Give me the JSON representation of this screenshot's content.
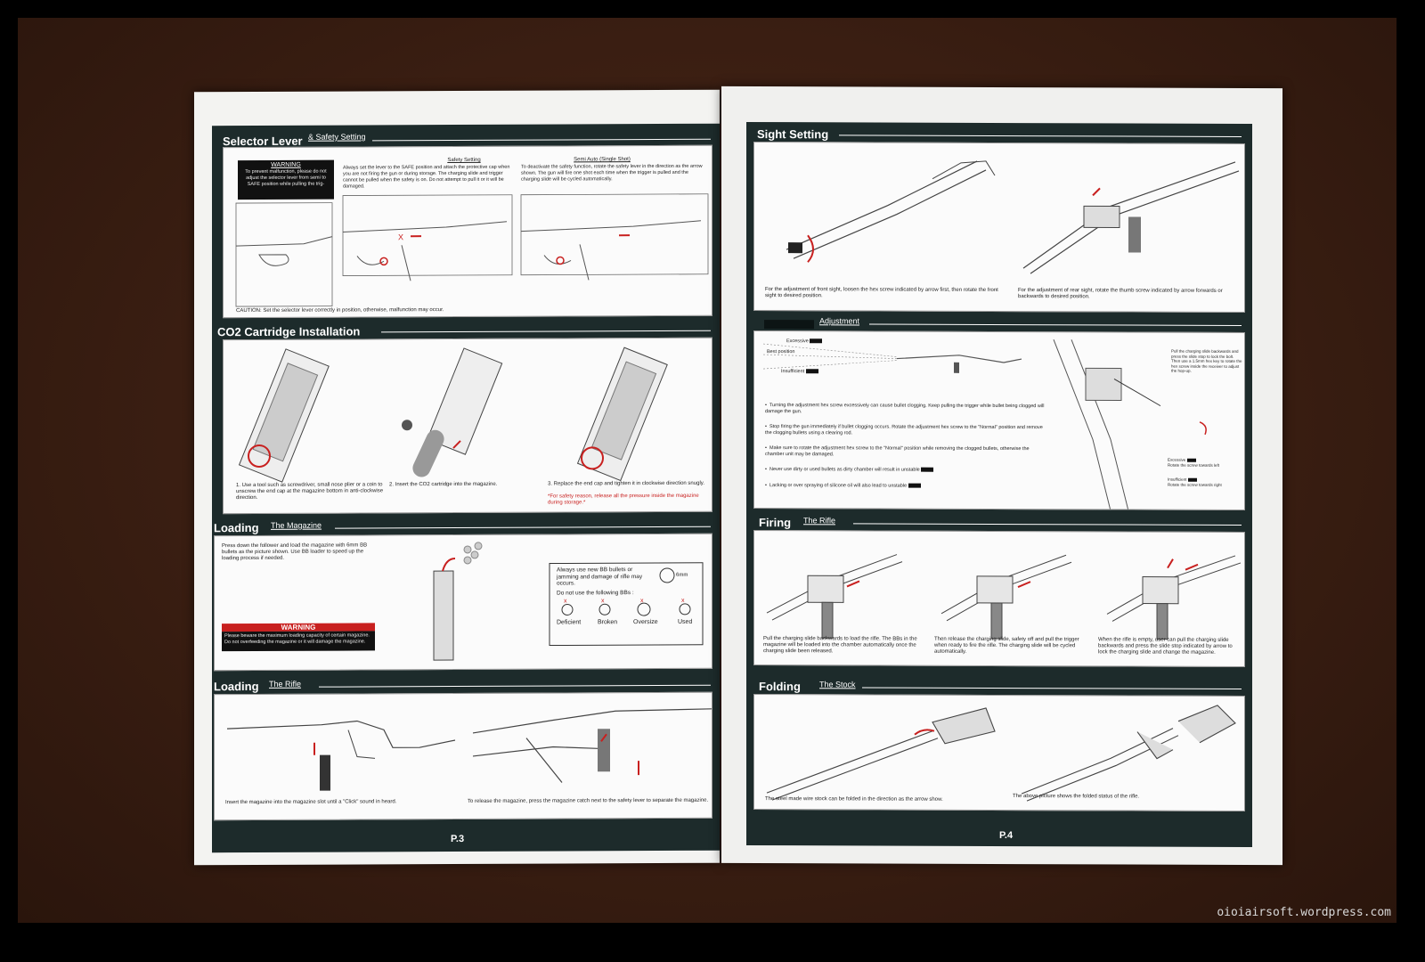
{
  "watermark": "oioiairsoft.wordpress.com",
  "left_page": {
    "selector": {
      "title": "Selector Lever",
      "subtitle": "& Safety Setting",
      "warning_title": "WARNING",
      "warning_text": "To prevent malfunction, please do not adjust the selector lever from semi to SAFE position while pulling the trig-",
      "safety_heading": "Safety Setting",
      "safety_text": "Always set the lever to the SAFE position and attach the protective cap when you are not firing the gun or during storage. The charging slide and trigger cannot be pulled when the safety is on. Do not attempt to pull it or it will be damaged.",
      "semi_heading": "Semi Auto (Single Shot)",
      "semi_text": "To deactivate the safety function, rotate the safety lever in the direction as the arrow shown. The gun will fire one shot each time when the trigger is pulled and the charging slide will be cycled automatically.",
      "caution": "CAUTION: Set the selector lever correctly in position, otherwise, malfunction may occur."
    },
    "co2": {
      "title": "CO2 Cartridge Installation",
      "step1": "1. Use a tool such as screwdriver, small nose plier or a coin to unscrew the end cap at the magazine bottom in anti-clockwise direction.",
      "step2": "2. Insert the CO2 cartridge into the magazine.",
      "step3_a": "3. Replace the end cap and tighten it in clockwise direction snugly.",
      "step3_b": "*For safety reason, release all the pressure inside the magazine during storage.*"
    },
    "loading_mag": {
      "title": "Loading",
      "subtitle": "The Magazine",
      "text": "Press down the follower and load the magazine with 6mm BB bullets as the picture shown. Use BB loader to speed up the loading process if needed.",
      "warning_title": "WARNING",
      "warning_text": "Please beware the maximum loading capacity of certain magazine. Do not overfeeding the magazine or it will damage the magazine.",
      "bb_note": "Always use new BB bullets or jamming and damage of rifle may occurs.",
      "bb_size": "6mm",
      "bb_dont": "Do not use the following BBs :",
      "bb_types": [
        "Deficient",
        "Broken",
        "Oversize",
        "Used"
      ]
    },
    "loading_rifle": {
      "title": "Loading",
      "subtitle": "The Rifle",
      "text1": "Insert the magazine into the magazine slot until a \"Click\" sound in heard.",
      "text2": "To release the magazine, press the magazine catch next to the safety lever to separate the magazine."
    },
    "page_number": "P.3"
  },
  "right_page": {
    "sight": {
      "title": "Sight Setting",
      "text1": "For the adjustment of front sight, loosen the hex screw indicated by arrow first, then rotate the front sight to desired position.",
      "text2": "For the adjustment of rear sight, rotate the thumb screw indicated by arrow forwards or backwards to desired position."
    },
    "adjust": {
      "subtitle": "Adjustment",
      "traj_labels": [
        "Excessive",
        "Best position",
        "Insufficient"
      ],
      "bullets": [
        "Turning the adjustment hex screw excessively can cause bullet clogging. Keep pulling the trigger while bullet being clogged will damage the gun.",
        "Stop firing the gun immediately if bullet clogging occurs. Rotate the adjustment hex screw to the \"Normal\" position and remove the clogging bullets using a clearing rod.",
        "Make sure to rotate the adjustment hex screw to the \"Normal\" position while removing the clogged bullets, otherwise the chamber unit may be damaged.",
        "Never use dirty or used bullets as dirty chamber will result in unstable",
        "Lacking or over spraying of silicone oil will also lead to unstable"
      ],
      "side_note": "Pull the charging slide backwards and press the slide stop to lock the bolt. Then use a 1.5mm hex key to rotate the hex screw inside the receiver to adjust the hop-up.",
      "excessive_note": "Excessive",
      "excessive_action": "Rotate the screw towards left",
      "insufficient_note": "Insufficient",
      "insufficient_action": "Rotate the screw towards right"
    },
    "firing": {
      "title": "Firing",
      "subtitle": "The Rifle",
      "text1": "Pull the charging slide backwards to load the rifle. The BBs in the magazine will be loaded into the chamber automatically once the charging slide been released.",
      "text2": "Then release the charging slide, safety off and pull the trigger when ready to fire the rifle. The charging slide will be cycled automatically.",
      "text3": "When the rifle is empty, user can pull the charging slide backwards and press the slide stop indicated by arrow to lock the charging slide and change the magazine."
    },
    "folding": {
      "title": "Folding",
      "subtitle": "The Stock",
      "text1": "The steel made wire stock can be folded in the direction as the arrow show.",
      "text2": "The above picture shows the folded status of the rifle."
    },
    "page_number": "P.4"
  },
  "colors": {
    "frame": "#1d2b2b",
    "accent_red": "#c8201f",
    "cloth": "#3a1e12",
    "paper": "#f3f3f1"
  }
}
